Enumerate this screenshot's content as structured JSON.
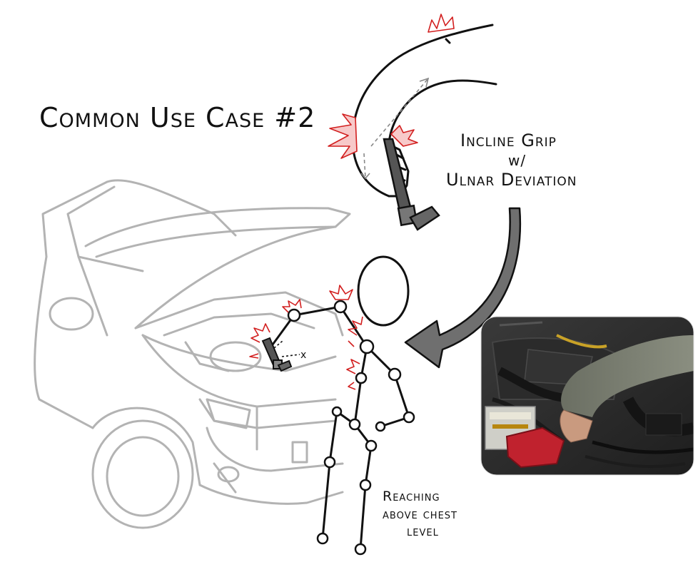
{
  "title": "Common Use Case #2",
  "grip_label": {
    "line1": "Incline Grip",
    "line2": "w/",
    "line3": "Ulnar Deviation"
  },
  "reach_label": {
    "line1": "Reaching",
    "line2": "above chest",
    "line3": "level"
  },
  "axis_label": "x",
  "colors": {
    "ink": "#111111",
    "car": "#b3b3b3",
    "pain": "#d21f1f",
    "pain_fill": "#f7c9c9",
    "arrow": "#6f6f6f",
    "tool": "#555555"
  },
  "photo": {
    "description_icon": "engine-photo"
  }
}
